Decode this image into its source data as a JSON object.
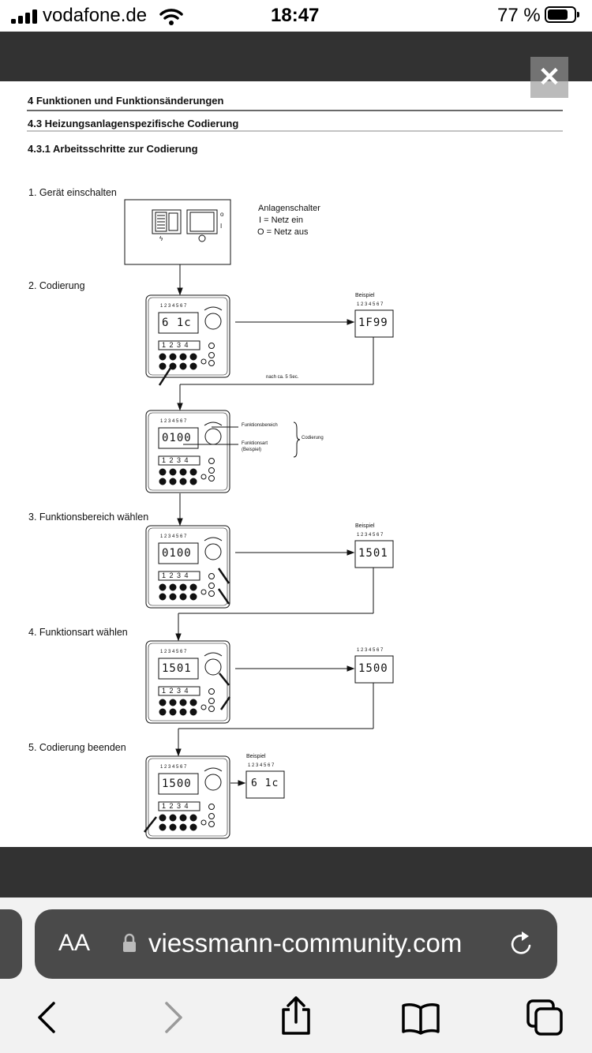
{
  "status_bar": {
    "carrier": "vodafone.de",
    "time": "18:47",
    "battery_percent": "77 %",
    "battery_level": 0.77
  },
  "viewer": {
    "close_label": "✕"
  },
  "document": {
    "chapter": "4 Funktionen und Funktionsänderungen",
    "section": "4.3 Heizungsanlagenspezifische Codierung",
    "subsection": "4.3.1 Arbeitsschritte zur Codierung",
    "steps": [
      "1. Gerät einschalten",
      "2. Codierung",
      "3. Funktionsbereich wählen",
      "4. Funktionsart wählen",
      "5. Codierung beenden"
    ],
    "switch_legend": {
      "title": "Anlagenschalter",
      "on": "I  = Netz ein",
      "off": "O = Netz aus"
    },
    "example_label": "Beispiel",
    "digit_row": "1 2 3 4 5 6 7",
    "after_delay": "nach ca. 5 Sec.",
    "function_area": "Funktionsbereich",
    "function_type": "Funktionsart",
    "function_type_example": "(Beispiel)",
    "coding": "Codierung",
    "displays": {
      "step2_main": "6 1c",
      "step2_example": "1F99",
      "code_main": "0100",
      "step3_main": "0100",
      "step3_example": "1501",
      "step4_main": "1501",
      "step4_result": "1500",
      "step5_main": "1500",
      "step5_example": "6 1c"
    },
    "buttons": "1  2  3  4"
  },
  "browser": {
    "text_size_label": "AA",
    "url": "viessmann-community.com"
  }
}
